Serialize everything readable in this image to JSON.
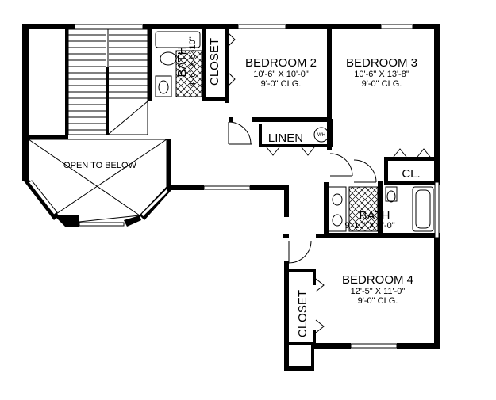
{
  "rooms": {
    "open_to_below": "OPEN TO BELOW",
    "bath_small": {
      "name": "BATH",
      "dims": "4'-6\" X 6'-10\""
    },
    "closet_top": "CLOSET",
    "bedroom2": {
      "name": "BEDROOM 2",
      "dims": "10'-6\" X 10'-0\"",
      "clg": "9'-0\" CLG."
    },
    "bedroom3": {
      "name": "BEDROOM 3",
      "dims": "10'-6\" X 13'-8\"",
      "clg": "9'-0\" CLG."
    },
    "linen": "LINEN",
    "water_heater": "WH",
    "closet_cl": "CL.",
    "bath_main": {
      "name": "BATH",
      "dims": "9'-10\" X 5'-0\""
    },
    "bedroom4": {
      "name": "BEDROOM 4",
      "dims": "12'-5\" X 11'-0\"",
      "clg": "9'-0\" CLG."
    },
    "closet_left": "CLOSET"
  }
}
